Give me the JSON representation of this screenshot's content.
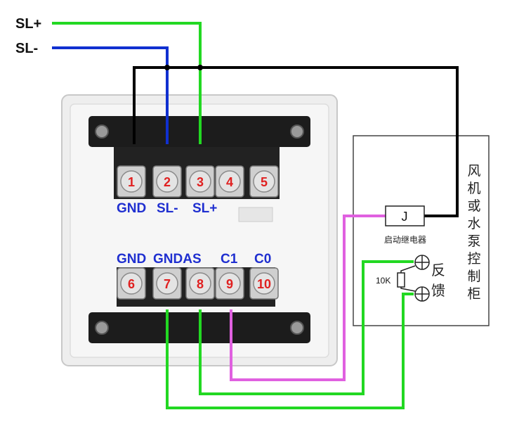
{
  "wire_labels": {
    "sl_plus": "SL+",
    "sl_minus": "SL-"
  },
  "top_terminals": {
    "numbers": [
      "1",
      "2",
      "3",
      "4",
      "5"
    ],
    "labels": {
      "gnd": "GND",
      "sl_minus": "SL-",
      "sl_plus": "SL+"
    }
  },
  "bottom_terminals": {
    "numbers": [
      "6",
      "7",
      "8",
      "9",
      "10"
    ],
    "labels": {
      "gnd": "GND",
      "gndas": "GNDAS",
      "c1": "C1",
      "c0": "C0"
    }
  },
  "control_cabinet": {
    "title_chars": [
      "风",
      "机",
      "或",
      "水",
      "泵",
      "控",
      "制",
      "柜"
    ],
    "relay_symbol": "J",
    "relay_caption": "启动继电器",
    "resistor_label": "10K",
    "feedback_chars": [
      "反",
      "馈"
    ]
  },
  "colors": {
    "sl_plus": "#22d822",
    "sl_minus": "#1030d0",
    "ground": "#000000",
    "c1": "#e060e0",
    "feedback": "#22d822"
  }
}
